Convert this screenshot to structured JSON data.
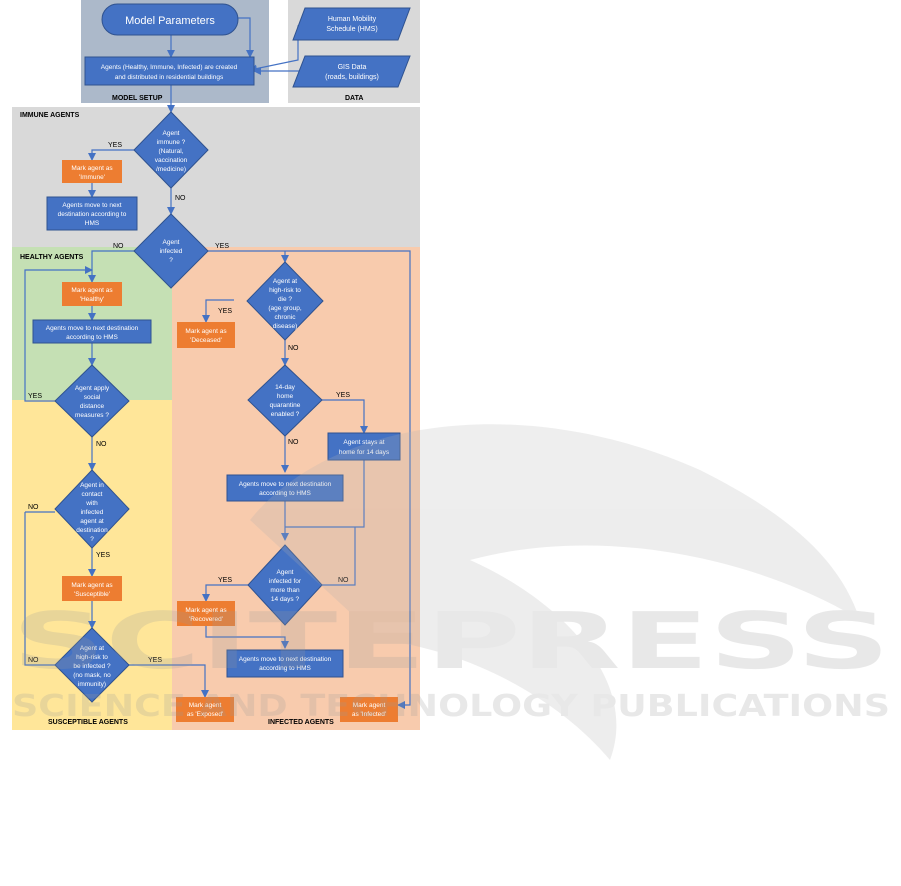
{
  "regions": {
    "model_setup": "MODEL SETUP",
    "data": "DATA",
    "immune": "IMMUNE AGENTS",
    "healthy": "HEALTHY AGENTS",
    "susceptible": "SUSCEPTIBLE AGENTS",
    "infected": "INFECTED AGENTS"
  },
  "nodes": {
    "model_params": "Model Parameters",
    "hms": [
      "Human Mobility",
      "Schedule (HMS)"
    ],
    "gis": [
      "GIS Data",
      "(roads, buildings)"
    ],
    "create_agents": [
      "Agents (Healthy, Immune, Infected) are created",
      "and distributed in residential buildings"
    ],
    "dec_immune": [
      "Agent",
      "immune ?",
      "(Natural,",
      "vaccination",
      "/medicine)"
    ],
    "mark_immune": [
      "Mark agent as",
      "'Immune'"
    ],
    "move_immune": [
      "Agents move to next",
      "destination according to",
      "HMS"
    ],
    "dec_infected": [
      "Agent",
      "infected",
      "?"
    ],
    "mark_healthy": [
      "Mark agent as",
      "'Healthy'"
    ],
    "move_healthy": [
      "Agents move to next destination",
      "according to HMS"
    ],
    "dec_distance": [
      "Agent apply",
      "social",
      "distance",
      "measures ?"
    ],
    "dec_contact": [
      "Agent in",
      "contact",
      "with",
      "infected",
      "agent at",
      "destination",
      "?"
    ],
    "mark_susceptible": [
      "Mark agent as",
      "'Susceptible'"
    ],
    "dec_highrisk_inf": [
      "Agent at",
      "high-risk to",
      "be infected ?",
      "(no mask, no",
      "immunity)"
    ],
    "mark_exposed": [
      "Mark agent",
      "as 'Exposed'"
    ],
    "dec_highrisk_die": [
      "Agent at",
      "high-risk to",
      "die ?",
      "(age group,",
      "chronic",
      "disease)"
    ],
    "mark_deceased": [
      "Mark agent as",
      "'Deceased'"
    ],
    "dec_quarantine": [
      "14-day",
      "home",
      "quarantine",
      "enabled ?"
    ],
    "stay_home": [
      "Agent stays at",
      "home for 14 days"
    ],
    "move_infected": [
      "Agents move to next destination",
      "according to HMS"
    ],
    "dec_14days": [
      "Agent",
      "infected for",
      "more than",
      "14 days ?"
    ],
    "mark_recovered": [
      "Mark agent as",
      "'Recovered'"
    ],
    "move_recovered": [
      "Agents move to next destination",
      "according to HMS"
    ],
    "mark_infected": [
      "Mark agent",
      "as 'Infected'"
    ]
  },
  "edge_labels": {
    "yes": "YES",
    "no": "NO"
  },
  "watermark": {
    "line1": "SCITEPRESS",
    "line2": "SCIENCE AND TECHNOLOGY PUBLICATIONS"
  },
  "colors": {
    "decision_blue": "#4472c4",
    "action_orange": "#ed7d31",
    "setup_bg": "#acb9ca",
    "grey_bg": "#d9d9d9",
    "healthy_bg": "#c5e0b4",
    "susceptible_bg": "#ffe699",
    "infected_bg": "#f8cbad"
  }
}
